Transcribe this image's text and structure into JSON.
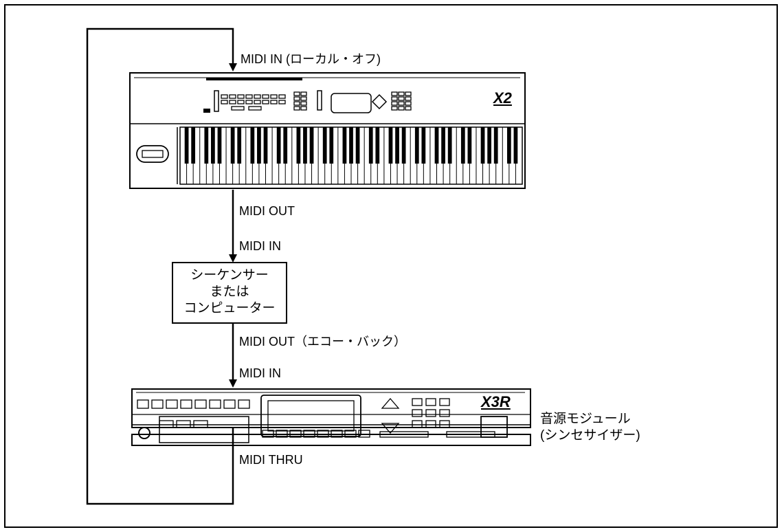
{
  "labels": {
    "top_midi_in": "MIDI IN (ローカル・オフ)",
    "keyboard_midi_out": "MIDI OUT",
    "sequencer_midi_in": "MIDI IN",
    "sequencer_midi_out": "MIDI OUT（エコー・バック）",
    "module_midi_in": "MIDI IN",
    "module_midi_thru": "MIDI THRU"
  },
  "sequencer_box": {
    "lines": [
      "シーケンサー",
      "または",
      "コンピューター"
    ]
  },
  "tone_module": {
    "lines": [
      "音源モジュール",
      "(シンセサイザー)"
    ]
  },
  "keyboard": {
    "logo": "X2"
  },
  "module": {
    "logo": "X3R"
  }
}
